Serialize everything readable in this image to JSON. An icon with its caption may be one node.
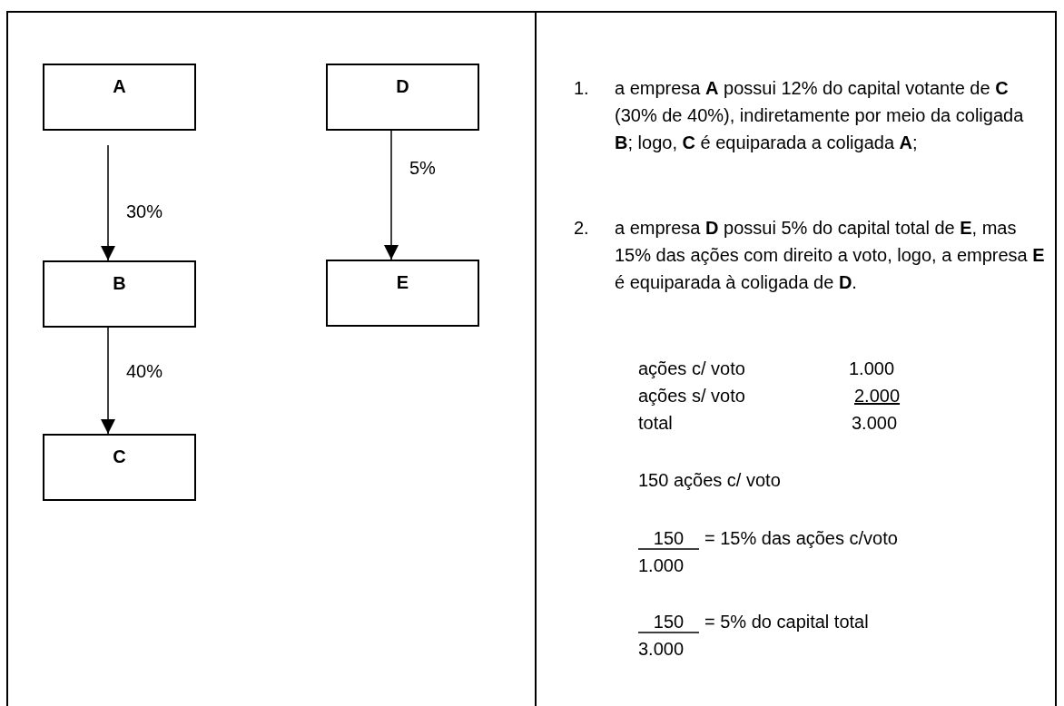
{
  "diagram": {
    "nodes": [
      {
        "text": [
          "A"
        ]
      },
      {
        "text": [
          "D"
        ]
      },
      {
        "text": [
          "B"
        ]
      },
      {
        "text": [
          "E"
        ]
      },
      {
        "text": [
          "C"
        ]
      }
    ],
    "edges": [
      {
        "from": 0,
        "to": 2,
        "arrow": "to",
        "label": "30%"
      },
      {
        "from": 1,
        "to": 3,
        "arrow": "to",
        "label": "5%"
      },
      {
        "from": 2,
        "to": 4,
        "arrow": "to",
        "label": "40%"
      }
    ],
    "labels": [
      "1.",
      "a empresa **A** possui 12% do capital votante de **C** (30% de 40%), indiretamente por meio da coligada **B**; logo, **C** é equiparada a coligada **A**;",
      "2.",
      "a empresa **D** possui 5% do capital total de **E**, mas 15% das ações com direito a voto, logo, a empresa **E** é equiparada à coligada de **D**.",
      "ações c/ voto",
      "1.000",
      "ações s/ voto",
      "2.000",
      "total",
      "3.000",
      "150 ações c/ voto",
      "150",
      "= 15% das ações c/voto",
      "1.000",
      "150",
      "= 5% do capital total",
      "3.000"
    ]
  }
}
